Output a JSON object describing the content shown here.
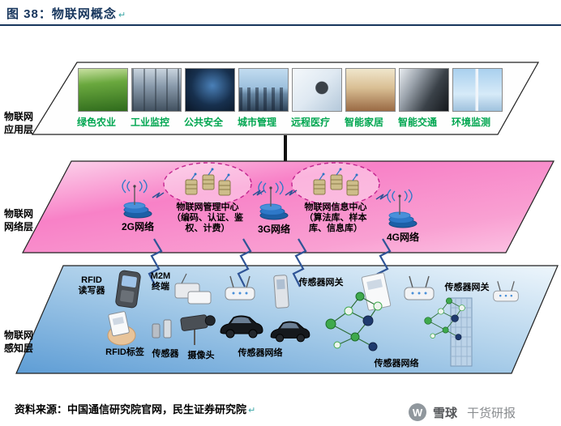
{
  "title": {
    "prefix": "图 38：",
    "text": "物联网概念",
    "paragraph_mark": "↵"
  },
  "colors": {
    "title_navy": "#17365d",
    "app_label_green": "#00a650",
    "network_layer_pink": "#f881c7",
    "perception_layer_blue": "#5e9dd5",
    "cloud_outline_magenta": "#c2258f"
  },
  "layers": {
    "application": {
      "side_label": "物联网应用层",
      "items": [
        {
          "label": "绿色农业"
        },
        {
          "label": "工业监控"
        },
        {
          "label": "公共安全"
        },
        {
          "label": "城市管理"
        },
        {
          "label": "远程医疗"
        },
        {
          "label": "智能家居"
        },
        {
          "label": "智能交通"
        },
        {
          "label": "环境监测"
        }
      ]
    },
    "network": {
      "side_label": "物联网网络层",
      "stations": [
        {
          "label": "2G网络"
        },
        {
          "label": "3G网络"
        },
        {
          "label": "4G网络"
        }
      ],
      "management_center": {
        "title": "物联网管理中心",
        "detail": "（编码、认证、鉴权、计费）"
      },
      "information_center": {
        "title": "物联网信息中心",
        "detail": "（算法库、样本库、信息库）"
      }
    },
    "perception": {
      "side_label": "物联网感知层",
      "labels": {
        "rfid_reader": "RFID读写器",
        "m2m_terminal": "M2M终端",
        "sensor_gateway_1": "传感器网关",
        "sensor_gateway_2": "传感器网关",
        "rfid_tag": "RFID标签",
        "sensor": "传感器",
        "camera": "摄像头",
        "sensor_network_1": "传感器网络",
        "sensor_network_2": "传感器网络"
      }
    }
  },
  "footer": {
    "source": "资料来源：中国通信研究院官网，民生证券研究院",
    "paragraph_mark": "↵",
    "logo_glyph": "W",
    "brand": "雪球",
    "brand_suffix": "干货研报"
  }
}
